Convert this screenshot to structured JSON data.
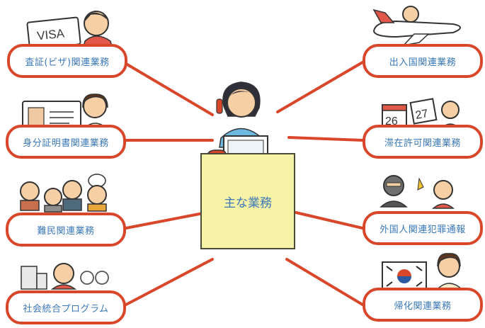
{
  "center": {
    "label": "主な業務"
  },
  "items": {
    "visa": "査証(ビザ)関連業務",
    "id_cert": "身分証明書関連業務",
    "refugee": "難民関連業務",
    "social": "社会統合プログラム",
    "immigration": "出入国関連業務",
    "stay": "滞在許可関連業務",
    "crime": "外国人関連犯罪通報",
    "naturalization": "帰化関連業務"
  },
  "illustrations": {
    "visa_card_text": "VISA",
    "calendar_pages": [
      "26",
      "27"
    ]
  },
  "colors": {
    "box_border": "#d9472b",
    "label_text": "#3a78b8",
    "center_fill": "#f6f2a6"
  }
}
